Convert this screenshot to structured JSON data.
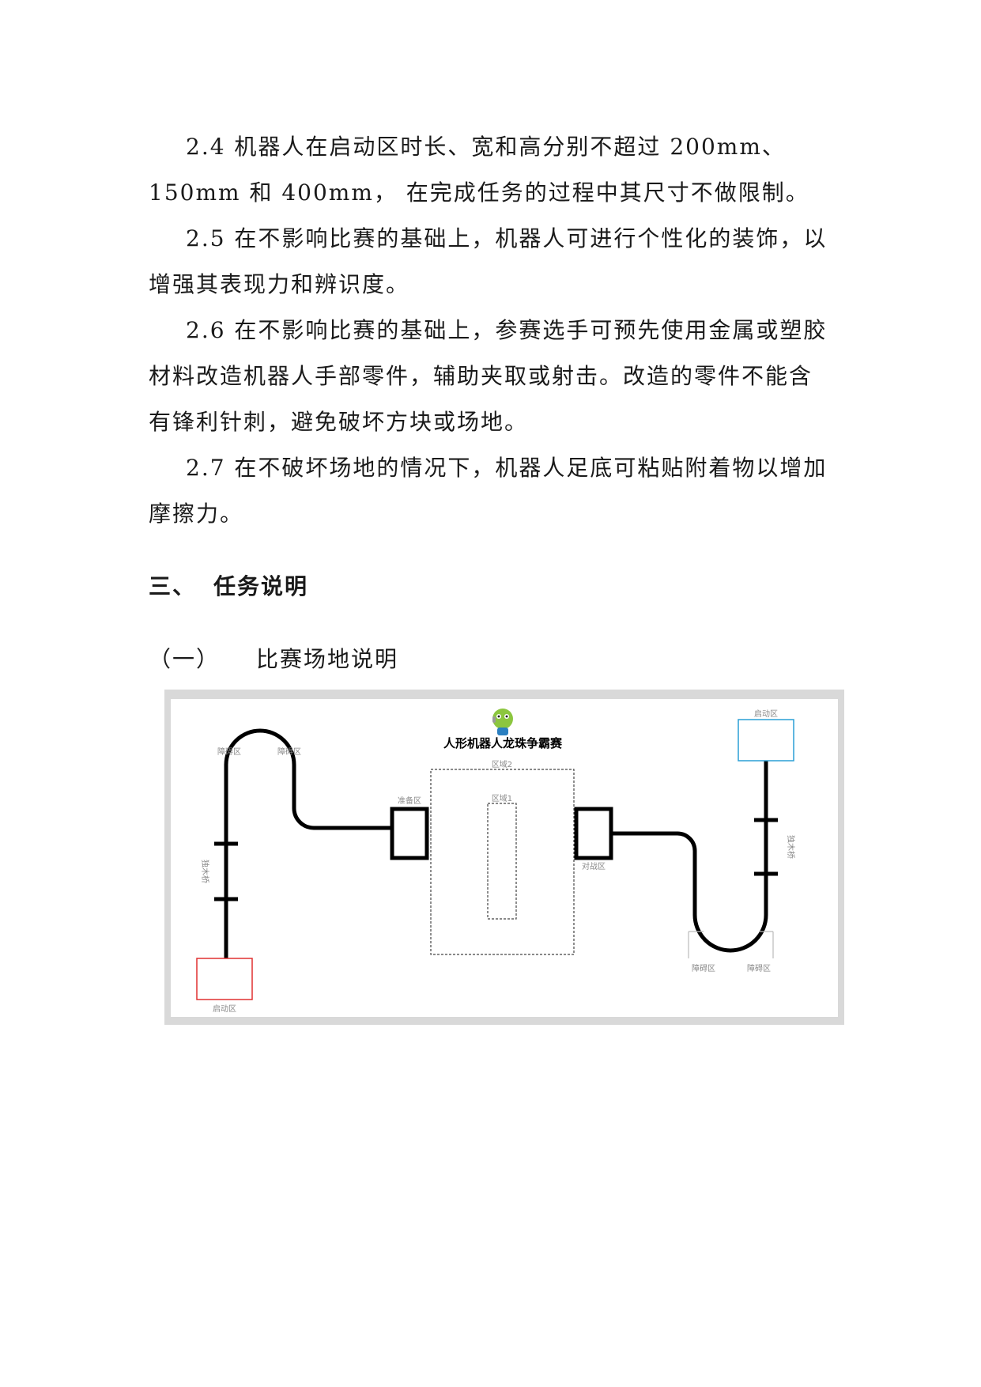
{
  "paragraphs": [
    "2.4 机器人在启动区时长、宽和高分别不超过 200mm、150mm 和 400mm， 在完成任务的过程中其尺寸不做限制。",
    "2.5 在不影响比赛的基础上，机器人可进行个性化的装饰，以增强其表现力和辨识度。",
    "2.6 在不影响比赛的基础上，参赛选手可预先使用金属或塑胶材料改造机器人手部零件，辅助夹取或射击。改造的零件不能含有锋利针刺，避免破坏方块或场地。",
    "2.7 在不破坏场地的情况下，机器人足底可粘贴附着物以增加摩擦力。"
  ],
  "section": {
    "number": "三、",
    "title": "任务说明"
  },
  "subsection": {
    "number": "（一）",
    "title": "比赛场地说明"
  },
  "figure": {
    "title": "人形机器人龙珠争霸赛",
    "labels": {
      "obstacle_left_1": "障碍区",
      "obstacle_left_2": "障碍区",
      "balance_left": "独木桥",
      "prep_left": "准备区",
      "start_left": "启动区",
      "zone_outer": "区域2",
      "zone_inner": "区域1",
      "prep_right": "对战区",
      "start_right": "启动区",
      "balance_right": "独木桥",
      "obstacle_right_1": "障碍区",
      "obstacle_right_2": "障碍区"
    },
    "colors": {
      "left_start_box": "#e03030",
      "right_start_box": "#2a9fd6",
      "path": "#000000"
    }
  }
}
